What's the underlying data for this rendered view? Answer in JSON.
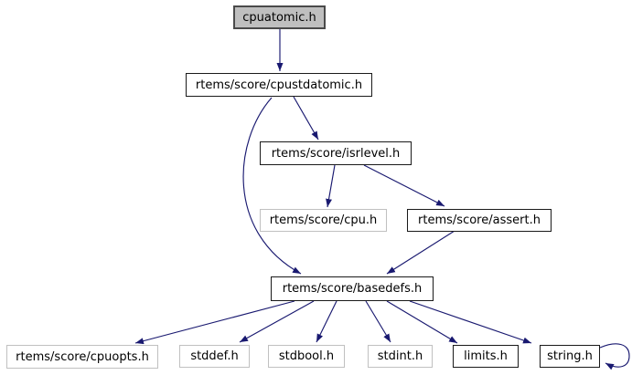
{
  "diagram": {
    "type": "include-dependency-graph",
    "root": "cpuatomic.h",
    "colors": {
      "edge": "#191970",
      "root_fill": "#bfbfbf",
      "node_fill": "#ffffff",
      "linked_border": "#1a1a1a",
      "plain_border": "#c0c0c0",
      "text": "#000000",
      "background": "#ffffff"
    },
    "nodes": [
      {
        "id": "cpuatomic",
        "label": "cpuatomic.h",
        "style": "root"
      },
      {
        "id": "cpustdatomic",
        "label": "rtems/score/cpustdatomic.h",
        "style": "linked"
      },
      {
        "id": "isrlevel",
        "label": "rtems/score/isrlevel.h",
        "style": "linked"
      },
      {
        "id": "cpu",
        "label": "rtems/score/cpu.h",
        "style": "plain"
      },
      {
        "id": "assert",
        "label": "rtems/score/assert.h",
        "style": "linked"
      },
      {
        "id": "basedefs",
        "label": "rtems/score/basedefs.h",
        "style": "linked"
      },
      {
        "id": "cpuopts",
        "label": "rtems/score/cpuopts.h",
        "style": "plain"
      },
      {
        "id": "stddef",
        "label": "stddef.h",
        "style": "plain"
      },
      {
        "id": "stdbool",
        "label": "stdbool.h",
        "style": "plain"
      },
      {
        "id": "stdint",
        "label": "stdint.h",
        "style": "plain"
      },
      {
        "id": "limits",
        "label": "limits.h",
        "style": "linked"
      },
      {
        "id": "string",
        "label": "string.h",
        "style": "linked"
      }
    ],
    "edges": [
      {
        "from": "cpuatomic",
        "to": "cpustdatomic"
      },
      {
        "from": "cpustdatomic",
        "to": "isrlevel"
      },
      {
        "from": "cpustdatomic",
        "to": "basedefs"
      },
      {
        "from": "isrlevel",
        "to": "cpu"
      },
      {
        "from": "isrlevel",
        "to": "assert"
      },
      {
        "from": "assert",
        "to": "basedefs"
      },
      {
        "from": "basedefs",
        "to": "cpuopts"
      },
      {
        "from": "basedefs",
        "to": "stddef"
      },
      {
        "from": "basedefs",
        "to": "stdbool"
      },
      {
        "from": "basedefs",
        "to": "stdint"
      },
      {
        "from": "basedefs",
        "to": "limits"
      },
      {
        "from": "basedefs",
        "to": "string"
      },
      {
        "from": "string",
        "to": "string"
      }
    ]
  }
}
